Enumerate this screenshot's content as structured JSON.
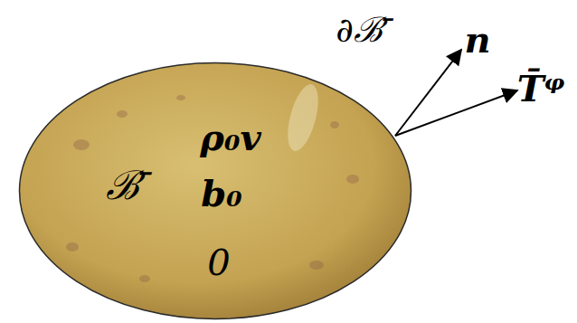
{
  "diagram": {
    "nodes": [
      {
        "text": [
          "ρ₀v",
          "ℬ̄",
          "b₀",
          "0"
        ]
      }
    ],
    "labels": [
      "∂ℬ̄",
      "n",
      "T̄ᵠ"
    ]
  }
}
